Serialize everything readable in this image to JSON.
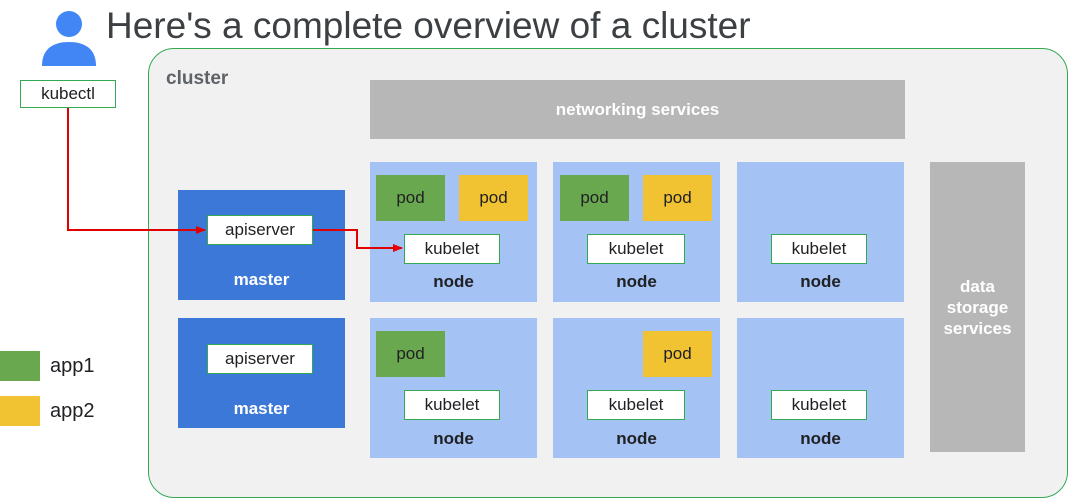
{
  "title": "Here's a complete overview of a cluster",
  "kubectl": "kubectl",
  "cluster": {
    "label": "cluster",
    "networking": "networking services",
    "storage": "data storage services",
    "masters": [
      {
        "apiserver": "apiserver",
        "label": "master"
      },
      {
        "apiserver": "apiserver",
        "label": "master"
      }
    ],
    "nodes": [
      {
        "pods": [
          "pod",
          "pod"
        ],
        "kubelet": "kubelet",
        "label": "node"
      },
      {
        "pods": [
          "pod",
          "pod"
        ],
        "kubelet": "kubelet",
        "label": "node"
      },
      {
        "pods": [],
        "kubelet": "kubelet",
        "label": "node"
      },
      {
        "pods": [
          "pod"
        ],
        "kubelet": "kubelet",
        "label": "node"
      },
      {
        "pods": [
          "pod"
        ],
        "kubelet": "kubelet",
        "label": "node"
      },
      {
        "pods": [],
        "kubelet": "kubelet",
        "label": "node"
      }
    ]
  },
  "legend": [
    {
      "label": "app1",
      "color": "#6aa84f"
    },
    {
      "label": "app2",
      "color": "#f1c232"
    }
  ],
  "colors": {
    "master": "#3c78d8",
    "node": "#a4c2f4",
    "grey_service": "#b7b7b7",
    "arrow": "#e00000",
    "border": "#34a853"
  }
}
